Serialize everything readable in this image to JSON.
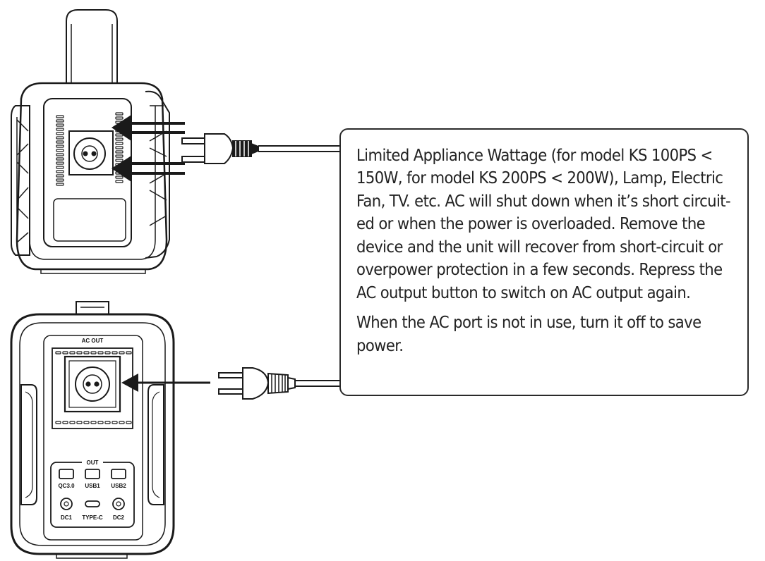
{
  "callout": {
    "paragraph1": "Limited Appliance Wattage (for model KS 100PS < 150W, for model KS 200PS < 200W), Lamp, Electric Fan, TV. etc. AC will shut down when it’s short circuit-ed or when the power is overloaded. Remove the device and the unit will recover from short-circuit or overpower protection in a few seconds. Repress the AC output button to switch on AC output again.",
    "paragraph2": "When the AC port is not in use, turn it off to save power."
  },
  "front_panel": {
    "ac_out_label": "AC OUT",
    "out_label": "OUT",
    "usb_labels": [
      "QC3.0",
      "USB1",
      "USB2"
    ],
    "dc_labels": [
      "DC1",
      "TYPE-C",
      "DC2"
    ]
  },
  "colors": {
    "line": "#1a1a1a",
    "background": "#ffffff"
  }
}
